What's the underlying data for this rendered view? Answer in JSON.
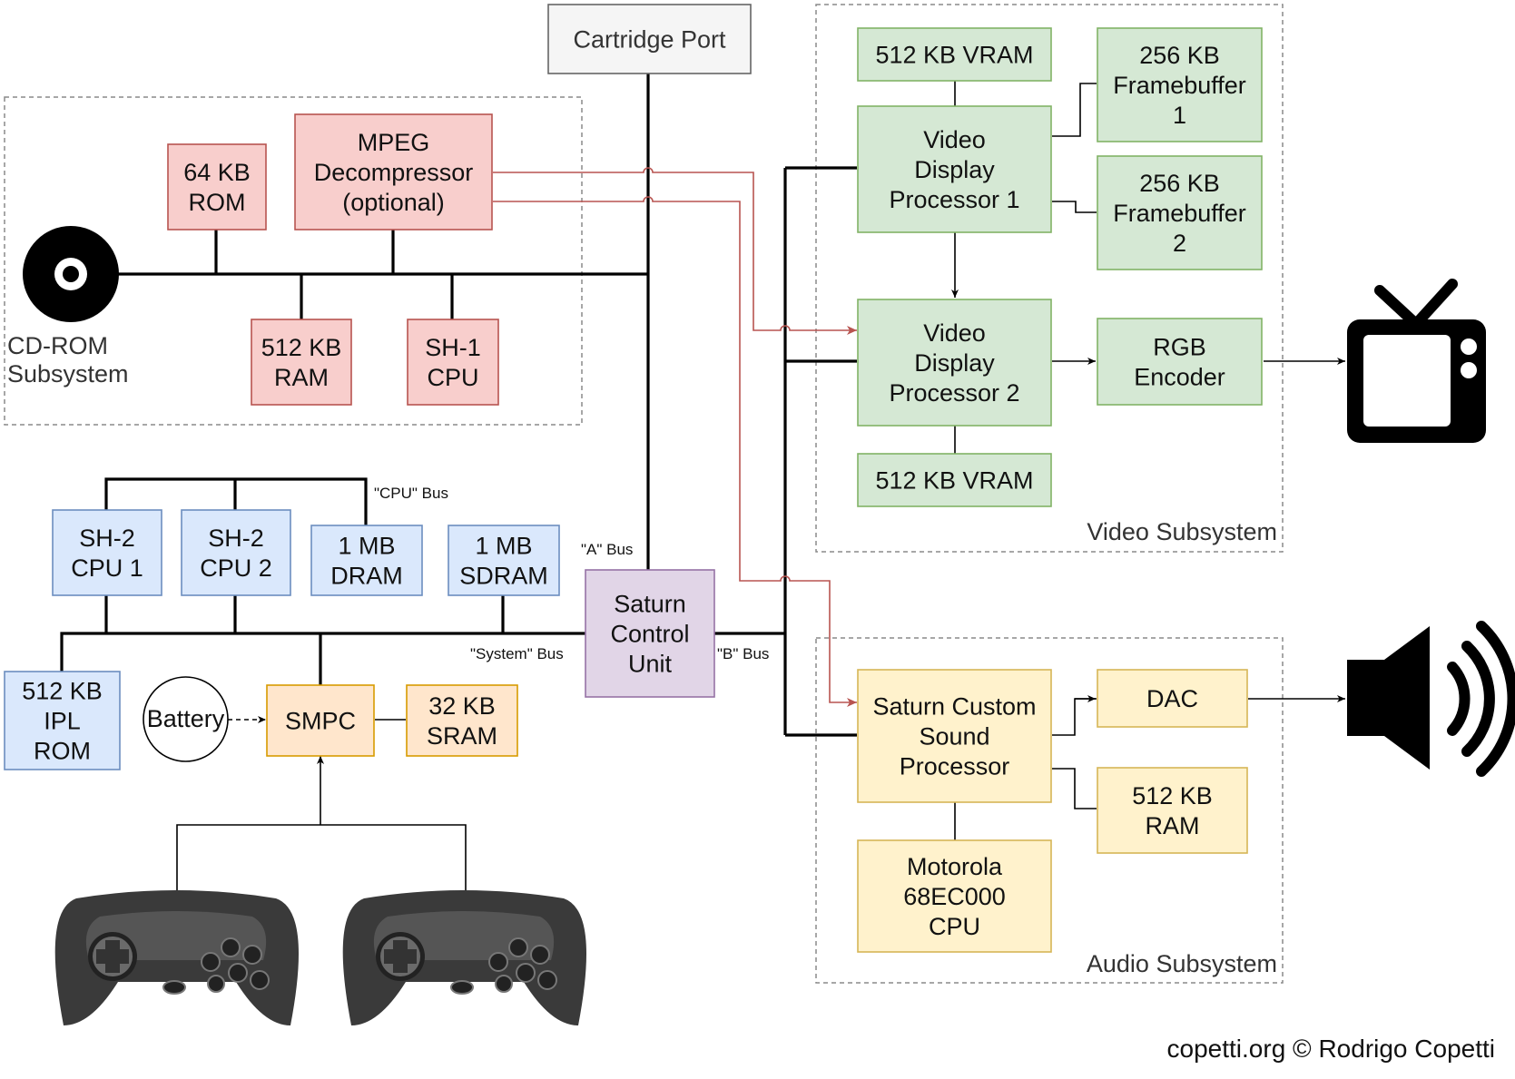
{
  "groups": {
    "cdrom": "CD-ROM\nSubsystem",
    "video": "Video Subsystem",
    "audio": "Audio Subsystem"
  },
  "components": {
    "cartridge_port": "Cartridge Port",
    "rom_64kb": "64 KB\nROM",
    "mpeg": "MPEG\nDecompressor\n(optional)",
    "ram_512kb_cd": "512 KB\nRAM",
    "sh1_cpu": "SH-1\nCPU",
    "vram_top": "512 KB VRAM",
    "vdp1": "Video\nDisplay\nProcessor 1",
    "framebuffer1": "256 KB\nFramebuffer\n1",
    "framebuffer2": "256 KB\nFramebuffer\n2",
    "vdp2": "Video\nDisplay\nProcessor 2",
    "rgb_encoder": "RGB\nEncoder",
    "vram_bottom": "512 KB VRAM",
    "sh2_cpu1": "SH-2\nCPU 1",
    "sh2_cpu2": "SH-2\nCPU 2",
    "dram_1mb": "1 MB\nDRAM",
    "sdram_1mb": "1 MB\nSDRAM",
    "scu": "Saturn\nControl\nUnit",
    "ipl_rom": "512 KB\nIPL\nROM",
    "battery": "Battery",
    "smpc": "SMPC",
    "sram_32kb": "32 KB\nSRAM",
    "scsp": "Saturn Custom\nSound\nProcessor",
    "dac": "DAC",
    "ram_512kb_audio": "512 KB\nRAM",
    "m68k": "Motorola\n68EC000\nCPU"
  },
  "bus_labels": {
    "cpu_bus": "\"CPU\" Bus",
    "a_bus": "\"A\" Bus",
    "system_bus": "\"System\" Bus",
    "b_bus": "\"B\" Bus"
  },
  "icons": [
    "cd-disc-icon",
    "tv-icon",
    "speaker-icon",
    "gamepad-icon",
    "gamepad-icon"
  ],
  "credit": "copetti.org © Rodrigo Copetti"
}
